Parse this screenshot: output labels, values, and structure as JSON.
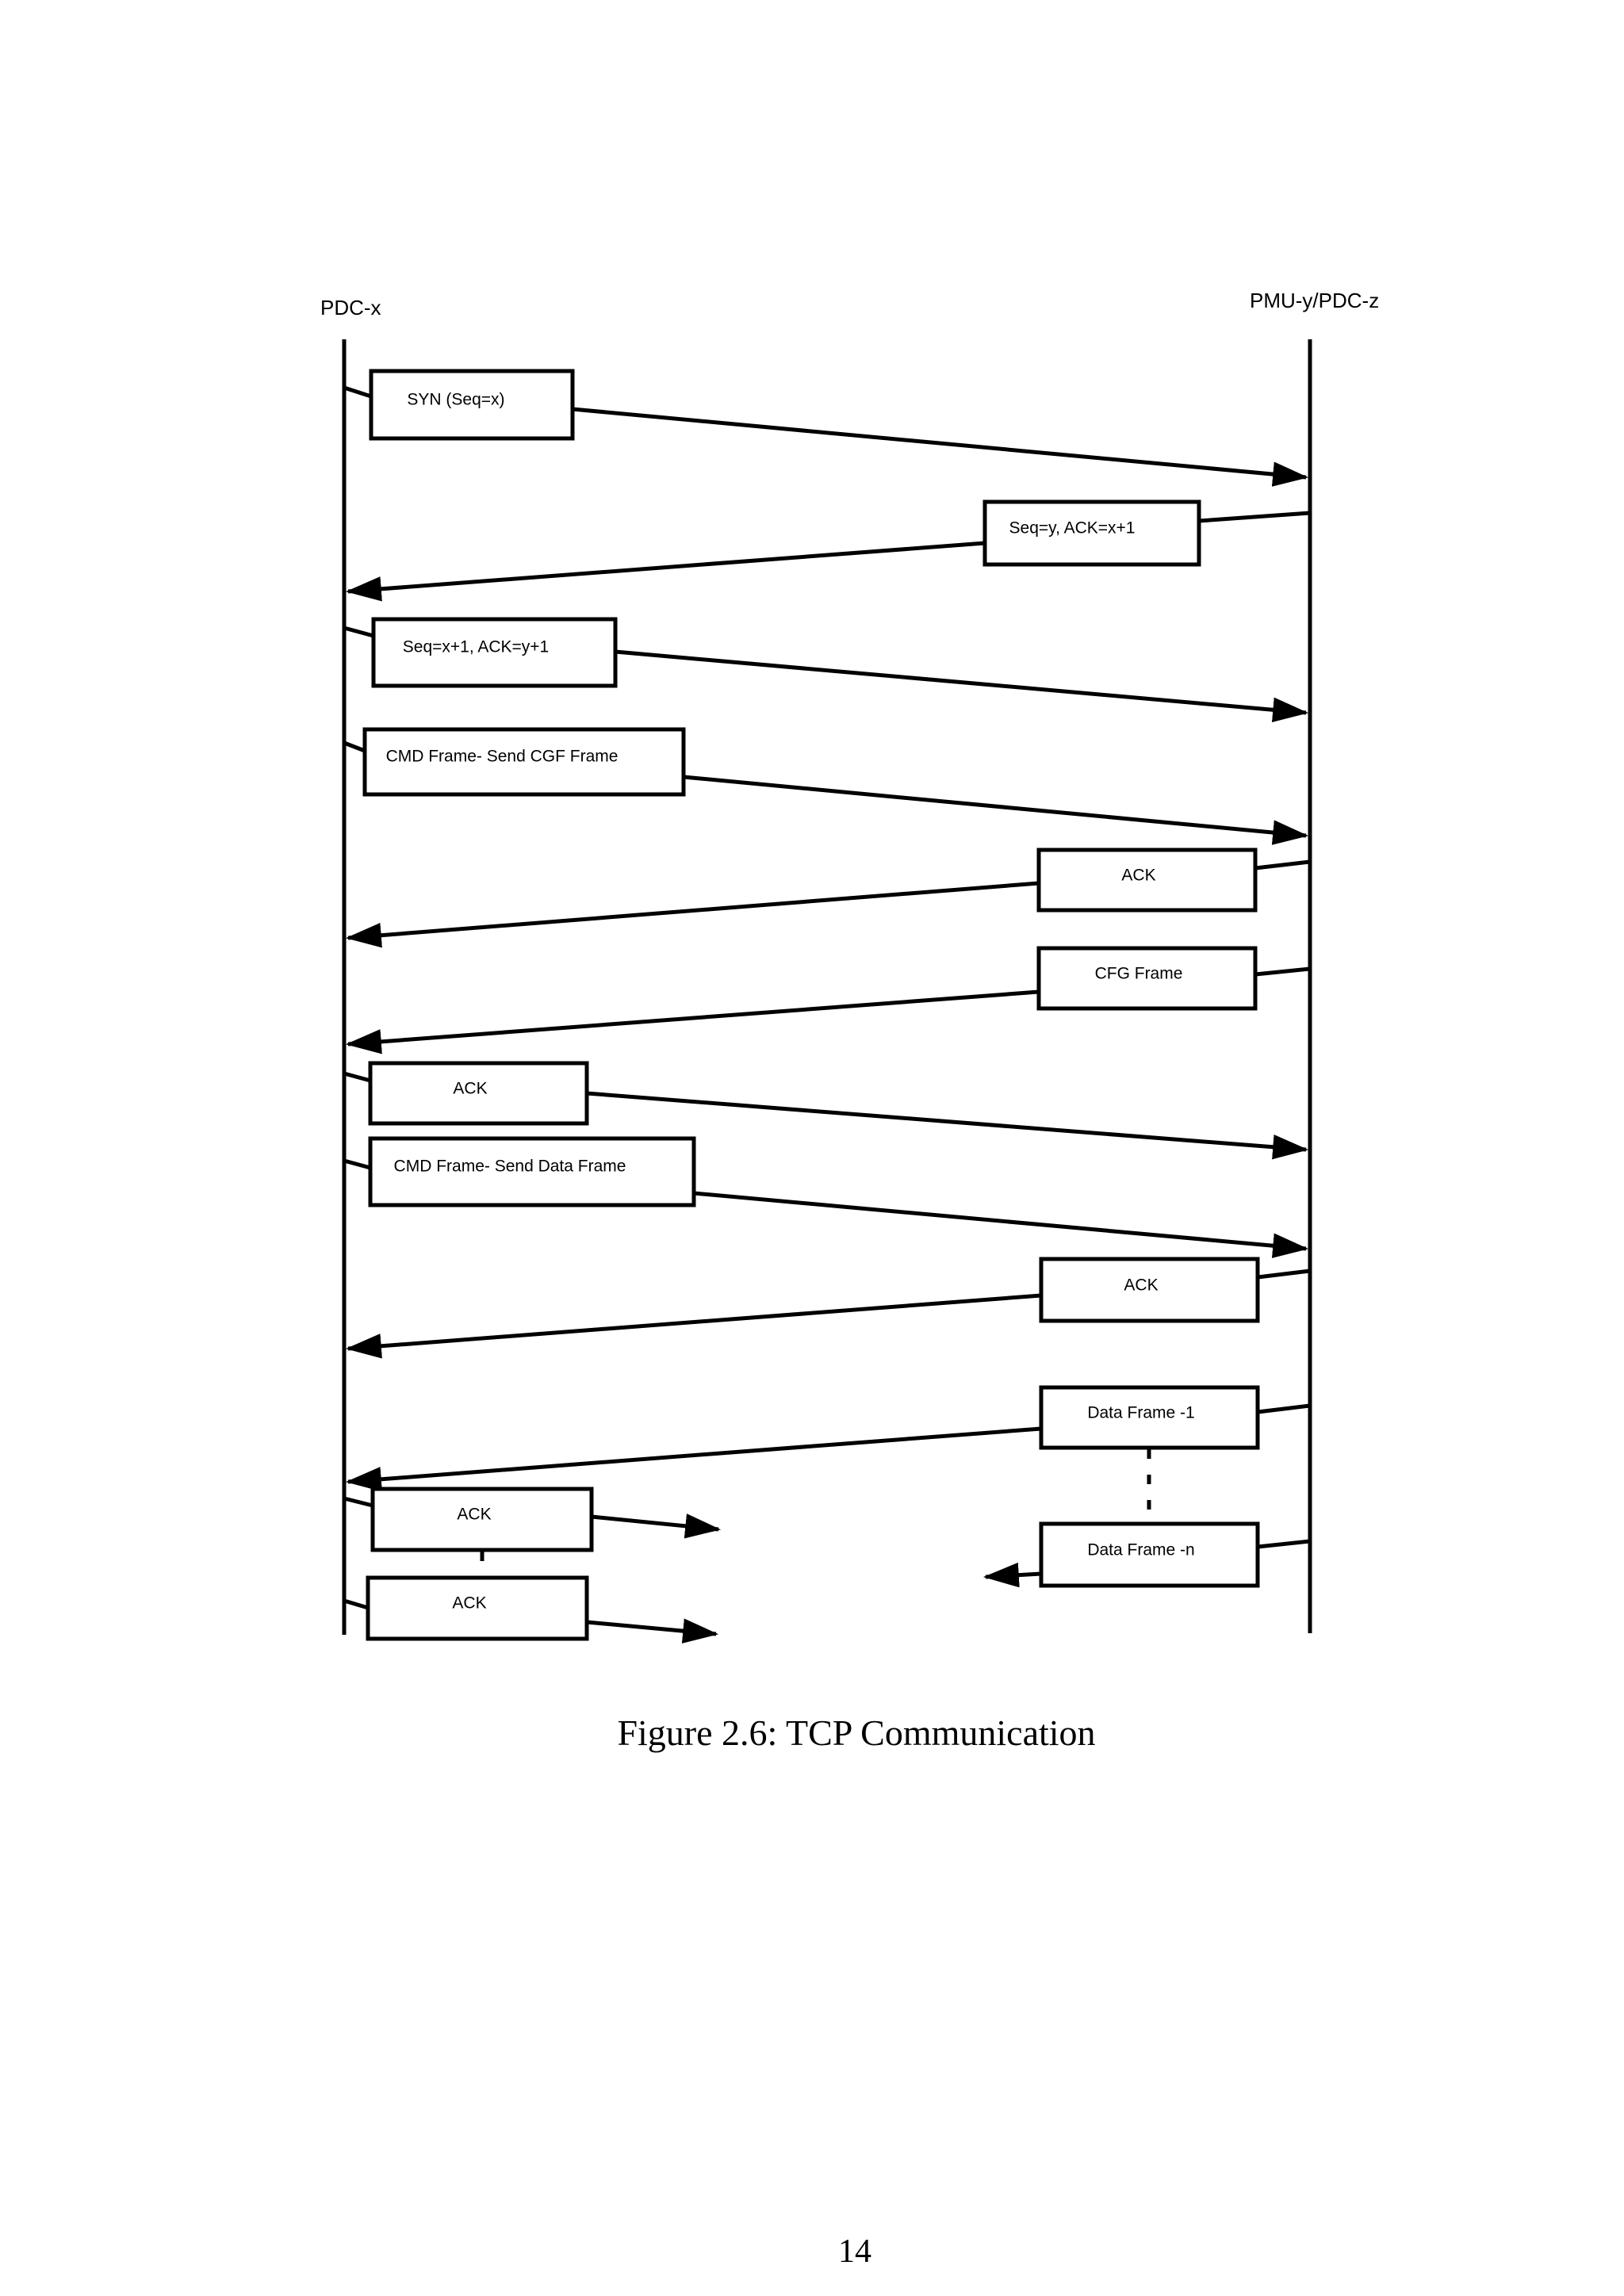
{
  "page": {
    "caption": "Figure 2.6: TCP Communication",
    "page_number": "14"
  },
  "colors": {
    "ink": "#000000",
    "background": "#ffffff"
  },
  "diagram": {
    "left_actor": "PDC-x",
    "right_actor": "PMU-y/PDC-z",
    "messages": [
      {
        "label": "SYN (Seq=x)",
        "from": "PDC-x",
        "to": "PMU-y/PDC-z",
        "arrow": "reaches-lifeline"
      },
      {
        "label": "Seq=y, ACK=x+1",
        "from": "PMU-y/PDC-z",
        "to": "PDC-x",
        "arrow": "reaches-lifeline"
      },
      {
        "label": "Seq=x+1, ACK=y+1",
        "from": "PDC-x",
        "to": "PMU-y/PDC-z",
        "arrow": "reaches-lifeline"
      },
      {
        "label": "CMD Frame- Send CGF Frame",
        "from": "PDC-x",
        "to": "PMU-y/PDC-z",
        "arrow": "reaches-lifeline"
      },
      {
        "label": "ACK",
        "from": "PMU-y/PDC-z",
        "to": "PDC-x",
        "arrow": "reaches-lifeline"
      },
      {
        "label": "CFG Frame",
        "from": "PMU-y/PDC-z",
        "to": "PDC-x",
        "arrow": "reaches-lifeline"
      },
      {
        "label": "ACK",
        "from": "PDC-x",
        "to": "PMU-y/PDC-z",
        "arrow": "reaches-lifeline"
      },
      {
        "label": "CMD Frame- Send Data Frame",
        "from": "PDC-x",
        "to": "PMU-y/PDC-z",
        "arrow": "reaches-lifeline"
      },
      {
        "label": "ACK",
        "from": "PMU-y/PDC-z",
        "to": "PDC-x",
        "arrow": "reaches-lifeline"
      },
      {
        "label": "Data Frame -1",
        "from": "PMU-y/PDC-z",
        "to": "PDC-x",
        "arrow": "reaches-lifeline"
      },
      {
        "label": "ACK",
        "from": "PDC-x",
        "to": "PMU-y/PDC-z",
        "arrow": "short"
      },
      {
        "label": "Data Frame -n",
        "from": "PMU-y/PDC-z",
        "to": "PDC-x",
        "arrow": "short"
      },
      {
        "label": "ACK",
        "from": "PDC-x",
        "to": "PMU-y/PDC-z",
        "arrow": "short"
      }
    ]
  }
}
